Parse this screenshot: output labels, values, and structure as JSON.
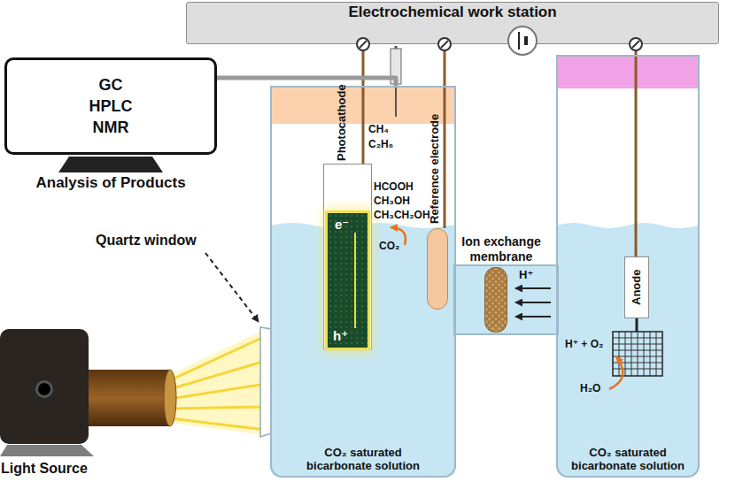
{
  "diagram": {
    "nodes": [
      {
        "text": [
          "Electrochemical work station"
        ]
      },
      {
        "text": [
          "GC HPLC NMR",
          "Analysis of Products"
        ]
      },
      {
        "text": [
          "Light Source"
        ]
      },
      {
        "text": [
          "CO₂ saturated bicarbonate solution"
        ]
      },
      {
        "text": [
          "Photocathode"
        ],
        "in": 3
      },
      {
        "text": [
          "Reference electrode"
        ],
        "in": 3
      },
      {
        "text": [
          "Ion exchange membrane"
        ]
      },
      {
        "text": [
          "CO₂ saturated bicarbonate solution"
        ]
      },
      {
        "text": [
          "Anode"
        ],
        "in": 7
      }
    ],
    "edges": [
      {
        "from": 0,
        "to": 4,
        "arrow": "none"
      },
      {
        "from": 0,
        "to": 5,
        "arrow": "none"
      },
      {
        "from": 0,
        "to": 8,
        "arrow": "none"
      },
      {
        "from": 1,
        "to": 3,
        "arrow": "none"
      }
    ],
    "labels": [
      "Quartz window",
      "CH₄",
      "C₂H₆",
      "HCOOH",
      "CH₃OH",
      "CH₃CH₂OH",
      "e⁻",
      "h⁺",
      "CO₂",
      "H⁺",
      "H⁺ + O₂",
      "H₂O"
    ]
  }
}
